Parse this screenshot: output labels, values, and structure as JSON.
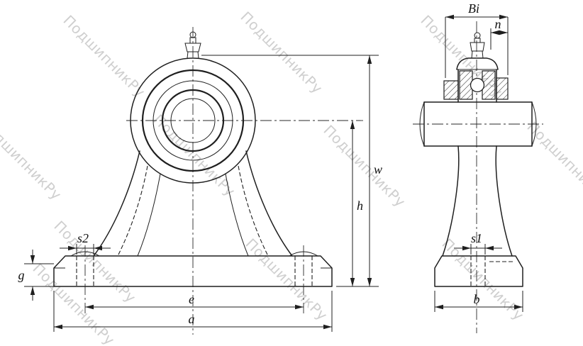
{
  "watermark": {
    "text": "ПодшипникРу"
  },
  "dims": {
    "Bi": "Bi",
    "n": "n",
    "w": "w",
    "h": "h",
    "s2": "s2",
    "g": "g",
    "e": "e",
    "a": "a",
    "s1": "s1",
    "b": "b"
  },
  "colors": {
    "background": "#ffffff",
    "line": "#1f1f1f",
    "centerline": "#2a2a2a",
    "watermark": "#c7c7c7"
  }
}
